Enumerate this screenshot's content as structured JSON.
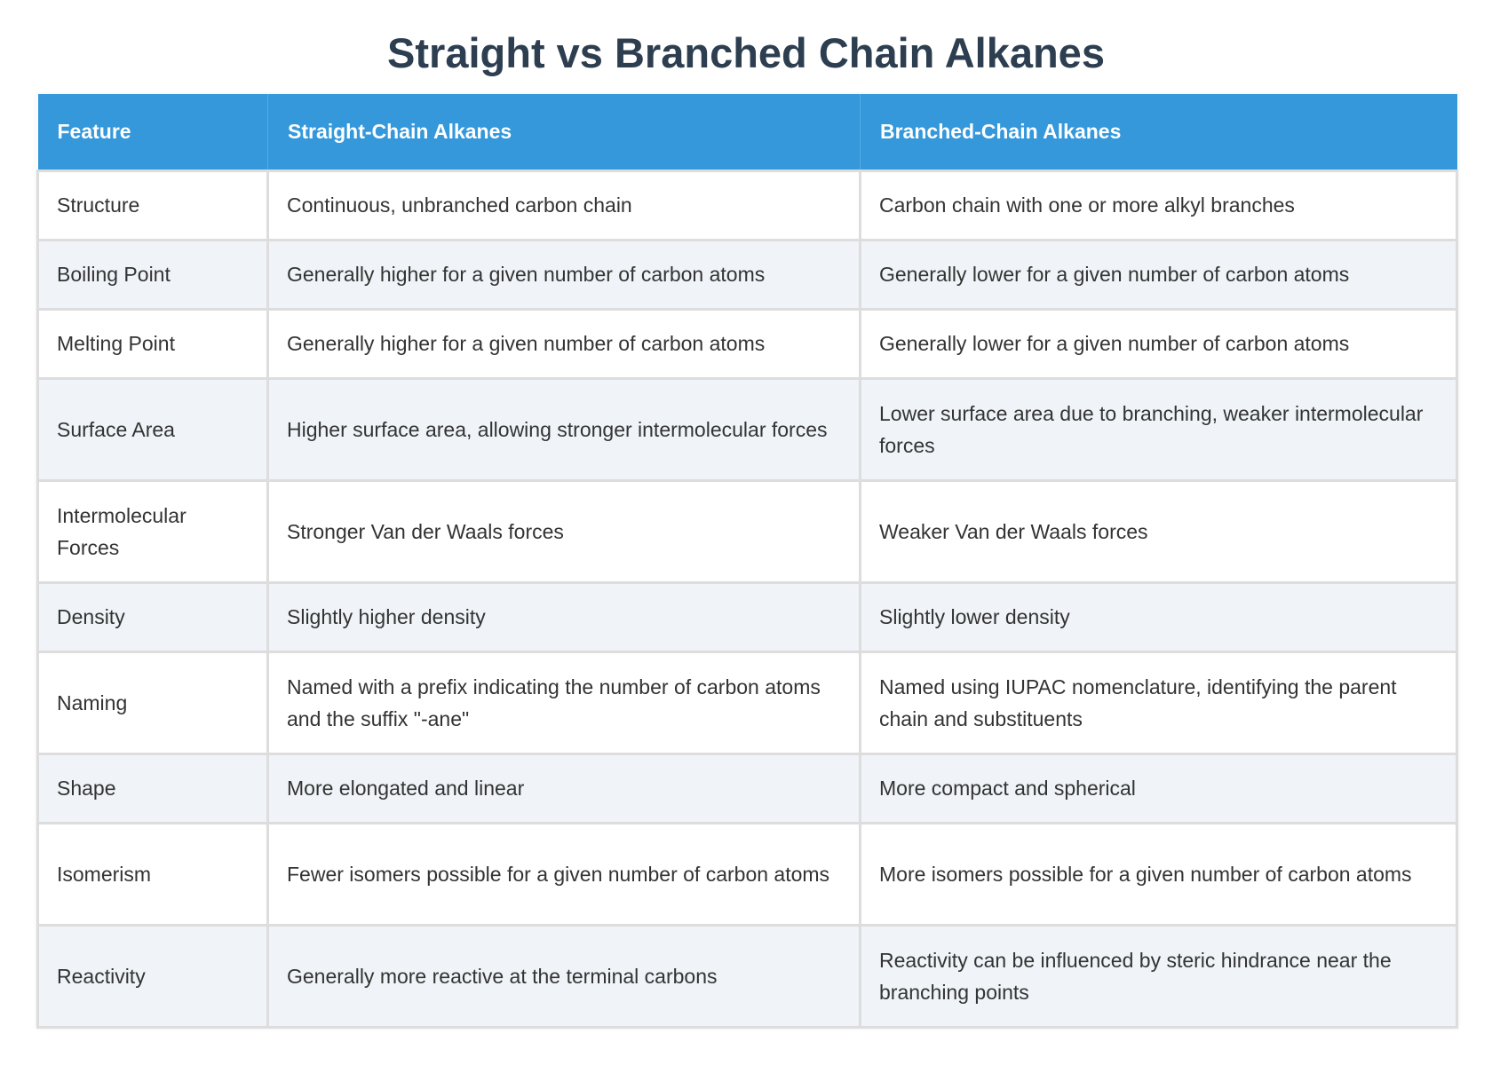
{
  "title": "Straight vs Branched Chain Alkanes",
  "colors": {
    "title": "#2c3e50",
    "header_bg": "#3498db",
    "header_text": "#ffffff",
    "row_alt_bg": "#f0f4f8",
    "border": "#dddddd",
    "body_text": "#333333"
  },
  "table": {
    "headers": [
      "Feature",
      "Straight-Chain Alkanes",
      "Branched-Chain Alkanes"
    ],
    "rows": [
      {
        "feature": "Structure",
        "straight": "Continuous, unbranched carbon chain",
        "branched": "Carbon chain with one or more alkyl branches"
      },
      {
        "feature": "Boiling Point",
        "straight": "Generally higher for a given number of carbon atoms",
        "branched": "Generally lower for a given number of carbon atoms"
      },
      {
        "feature": "Melting Point",
        "straight": "Generally higher for a given number of carbon atoms",
        "branched": "Generally lower for a given number of carbon atoms"
      },
      {
        "feature": "Surface Area",
        "straight": "Higher surface area, allowing stronger intermolecular forces",
        "branched": "Lower surface area due to branching, weaker intermolecular forces"
      },
      {
        "feature": "Intermolecular Forces",
        "straight": "Stronger Van der Waals forces",
        "branched": "Weaker Van der Waals forces"
      },
      {
        "feature": "Density",
        "straight": "Slightly higher density",
        "branched": "Slightly lower density"
      },
      {
        "feature": "Naming",
        "straight": "Named with a prefix indicating the number of carbon atoms and the suffix \"-ane\"",
        "branched": "Named using IUPAC nomenclature, identifying the parent chain and substituents"
      },
      {
        "feature": "Shape",
        "straight": "More elongated and linear",
        "branched": "More compact and spherical"
      },
      {
        "feature": "Isomerism",
        "straight": "Fewer isomers possible for a given number of carbon atoms",
        "branched": "More isomers possible for a given number of carbon atoms"
      },
      {
        "feature": "Reactivity",
        "straight": "Generally more reactive at the terminal carbons",
        "branched": "Reactivity can be influenced by steric hindrance near the branching points"
      }
    ]
  }
}
